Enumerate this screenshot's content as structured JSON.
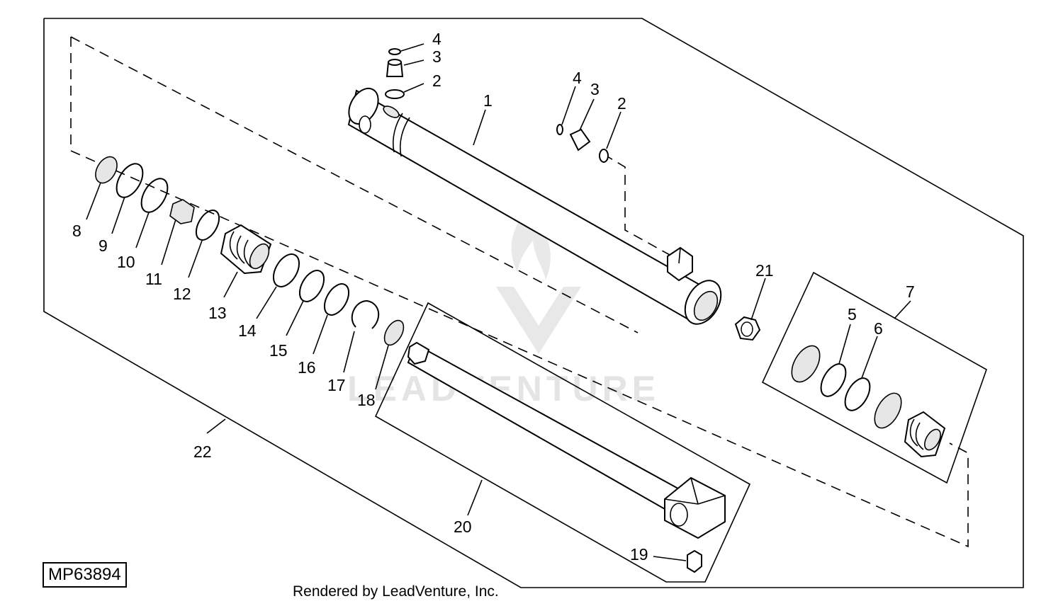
{
  "diagram": {
    "figure_id": "MP63894",
    "footer": "Rendered by LeadVenture, Inc.",
    "watermark": "LEADVENTURE",
    "callouts": {
      "c1": "1",
      "c2a": "2",
      "c2b": "2",
      "c3a": "3",
      "c3b": "3",
      "c4a": "4",
      "c4b": "4",
      "c5": "5",
      "c6": "6",
      "c7": "7",
      "c8": "8",
      "c9": "9",
      "c10": "10",
      "c11": "11",
      "c12": "12",
      "c13": "13",
      "c14": "14",
      "c15": "15",
      "c16": "16",
      "c17": "17",
      "c18": "18",
      "c19": "19",
      "c20": "20",
      "c21": "21",
      "c22": "22"
    }
  }
}
